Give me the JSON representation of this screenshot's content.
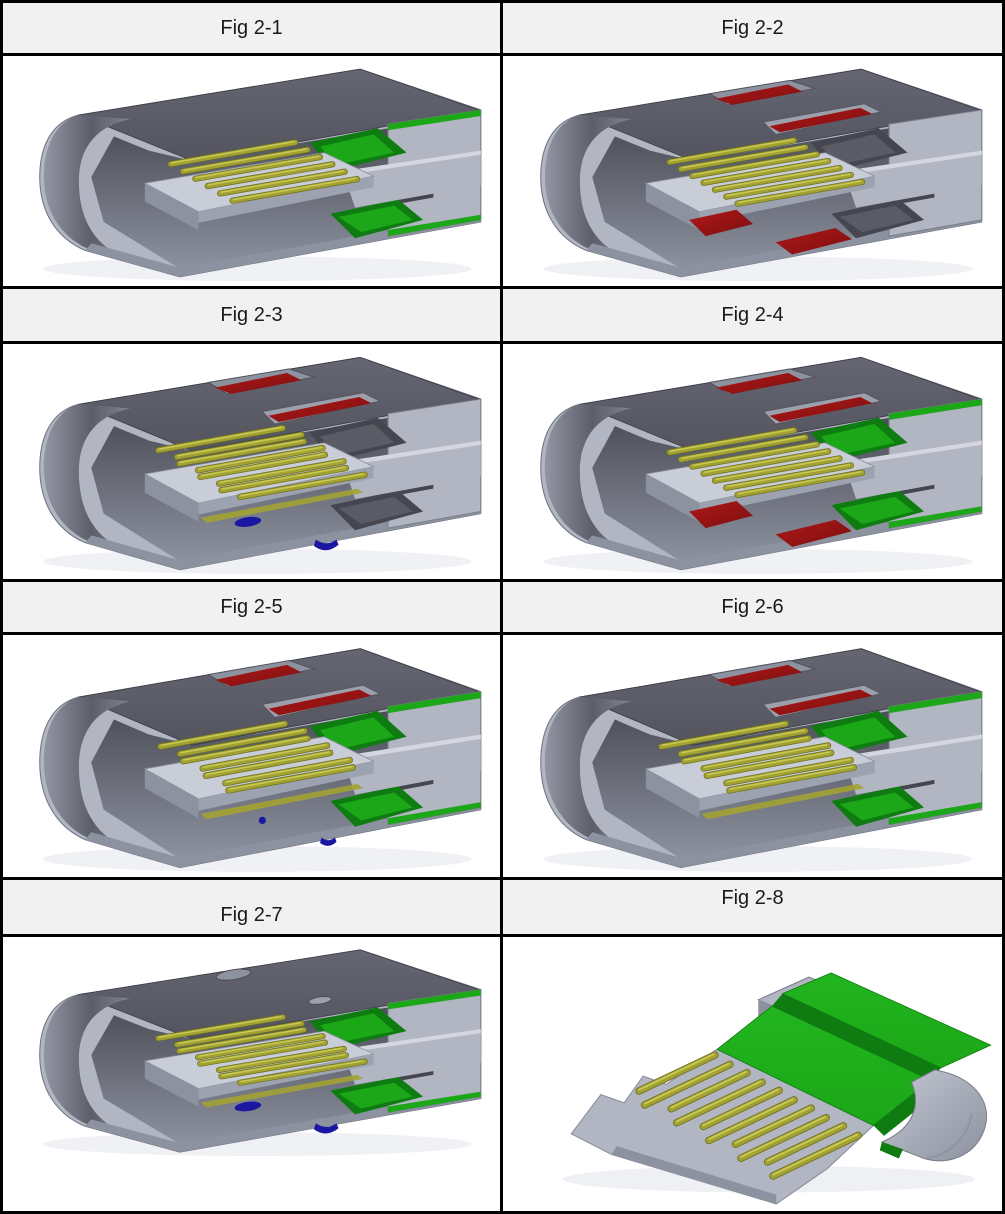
{
  "table": {
    "columns": 2,
    "rows": 4
  },
  "figures": [
    {
      "id": "fig-2-1",
      "label": "Fig 2-1",
      "image": "usb-plug-cutaway",
      "pin_count": 6,
      "top_holes": "none",
      "red_top": false,
      "red_bottom": false,
      "green_insert": true,
      "blue_marks": "none",
      "under_strip": false
    },
    {
      "id": "fig-2-2",
      "label": "Fig 2-2",
      "image": "usb-plug-cutaway",
      "pin_count": 7,
      "top_holes": "big",
      "red_top": true,
      "red_bottom": true,
      "green_insert": false,
      "blue_marks": "none",
      "under_strip": false
    },
    {
      "id": "fig-2-3",
      "label": "Fig 2-3",
      "image": "usb-plug-cutaway",
      "pin_count": 8,
      "top_holes": "big",
      "red_top": true,
      "red_bottom": false,
      "green_insert": false,
      "blue_marks": "large",
      "under_strip": true
    },
    {
      "id": "fig-2-4",
      "label": "Fig 2-4",
      "image": "usb-plug-cutaway",
      "pin_count": 7,
      "top_holes": "big",
      "red_top": true,
      "red_bottom": true,
      "green_insert": true,
      "blue_marks": "none",
      "under_strip": false
    },
    {
      "id": "fig-2-5",
      "label": "Fig 2-5",
      "image": "usb-plug-cutaway",
      "pin_count": 7,
      "top_holes": "big",
      "red_top": true,
      "red_bottom": false,
      "green_insert": true,
      "blue_marks": "small",
      "under_strip": true
    },
    {
      "id": "fig-2-6",
      "label": "Fig 2-6",
      "image": "usb-plug-cutaway",
      "pin_count": 7,
      "top_holes": "big",
      "red_top": true,
      "red_bottom": false,
      "green_insert": true,
      "blue_marks": "none",
      "under_strip": true
    },
    {
      "id": "fig-2-7",
      "label": "Fig 2-7",
      "image": "usb-plug-cutaway",
      "pin_count": 8,
      "top_holes": "oval",
      "red_top": false,
      "red_bottom": false,
      "green_insert": true,
      "blue_marks": "large",
      "under_strip": true
    },
    {
      "id": "fig-2-8",
      "label": "Fig 2-8",
      "image": "usb-plug-wafer",
      "pin_count": 10
    }
  ],
  "colors": {
    "border": "#000000",
    "label_bg": "#f2f1f1",
    "label_text": "#1a1a1a",
    "cell_bg": "#ffffff",
    "shell_dark": "#53545e",
    "shell_mid": "#8d92a0",
    "shell_light": "#b2b6c3",
    "shell_lighter": "#c9cdd8",
    "cavity_dark": "#45464f",
    "pin_fill": "#a2a233",
    "pin_edge": "#6d6e20",
    "pin_hi": "#d2d25e",
    "green_bright": "#1ca718",
    "green_dark": "#0e7c10",
    "red_bright": "#b01818",
    "red_dark": "#7c0f0f",
    "blue": "#1a17a0",
    "shadow": "#e2e4e9"
  }
}
